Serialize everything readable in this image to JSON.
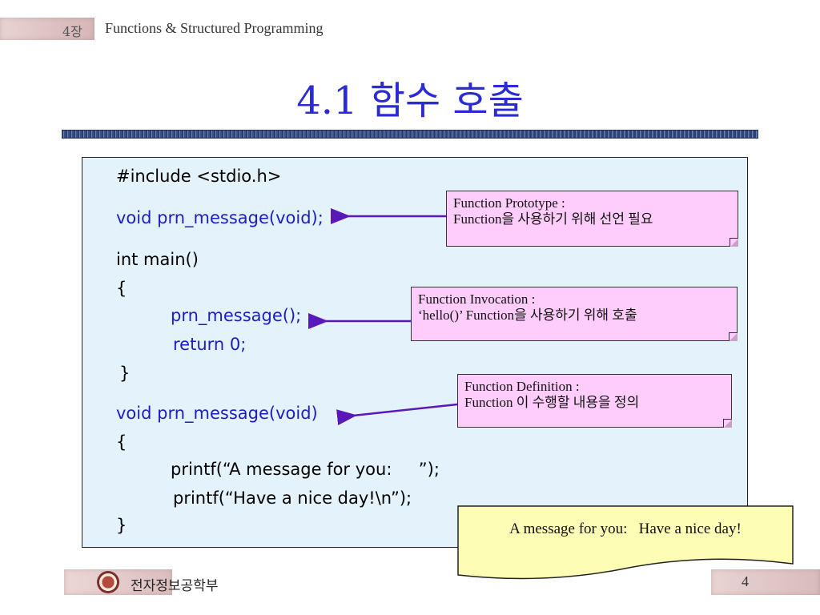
{
  "header": {
    "chapter_number": "4장",
    "chapter_title": "Functions & Structured Programming"
  },
  "title": "4.1 함수 호출",
  "code": {
    "line1": "#include <stdio.h>",
    "line2": "void prn_message(void);",
    "line3": "int main()",
    "line4": "{",
    "line5": "prn_message();",
    "line6": "return 0;",
    "line7": "}",
    "line8": "void prn_message(void)",
    "line9": "{",
    "line10": "printf(“A message for you:     ”);",
    "line11": "printf(“Have a nice day!\\n”);",
    "line12": "}"
  },
  "callouts": {
    "prototype": {
      "title": "Function Prototype :",
      "body": "Function을 사용하기 위해 선언 필요"
    },
    "invocation": {
      "title": "Function Invocation :",
      "body": "‘hello()’ Function을 사용하기 위해 호출"
    },
    "definition": {
      "title": "Function Definition :",
      "body": "Function 이 수행할 내용을 정의"
    }
  },
  "output": "A message for you:   Have a nice day!",
  "footer": {
    "department": "전자정보공학부",
    "page": "4"
  },
  "colors": {
    "title_blue": "#2b2bd6",
    "code_blue": "#1d1dc2",
    "code_box_bg": "#e4f3fb",
    "callout_pink": "#fecdfb",
    "output_yellow": "#fdfdb6",
    "arrow_purple": "#5a18b8"
  }
}
